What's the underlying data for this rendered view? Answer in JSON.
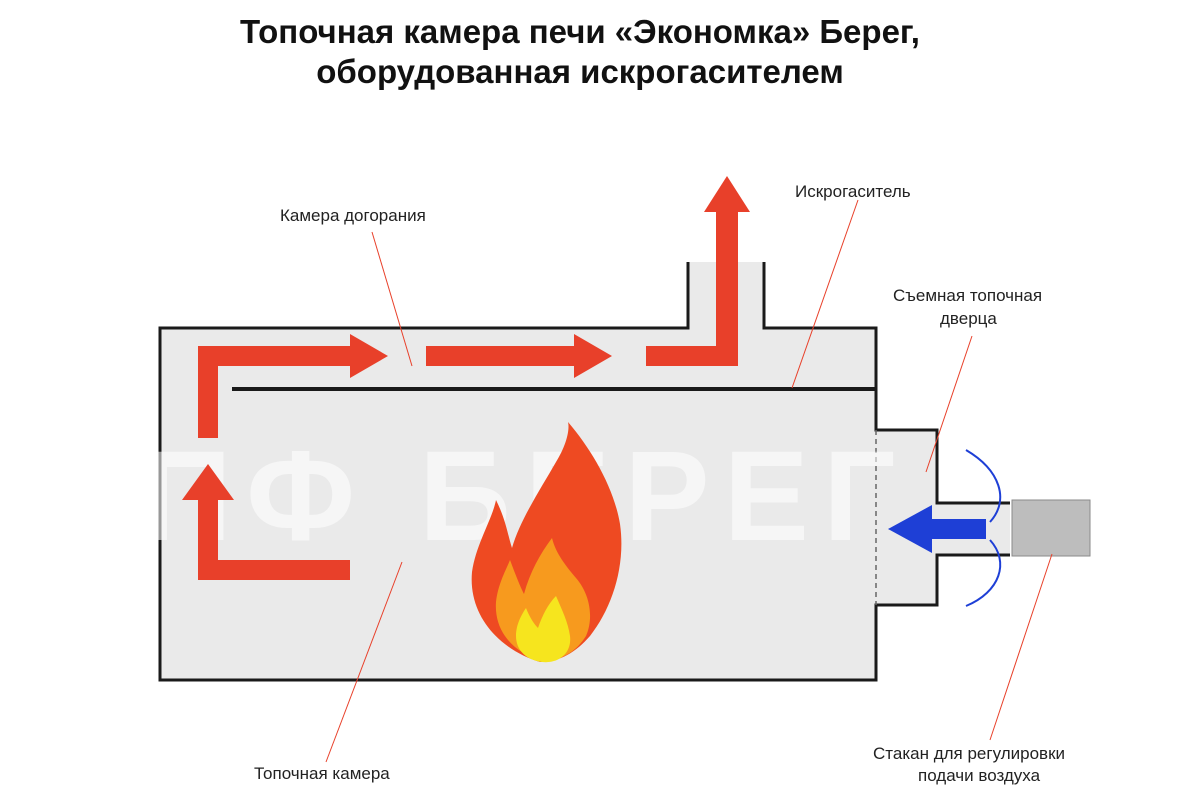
{
  "title": {
    "line1": "Топочная камера печи «Экономка» Берег,",
    "line2": "оборудованная искрогасителем"
  },
  "labels": {
    "afterburn_chamber": "Камера догорания",
    "spark_arrester": "Искрогаситель",
    "door_line1": "Съемная топочная",
    "door_line2": "дверца",
    "firebox": "Топочная камера",
    "cup_line1": "Стакан для регулировки",
    "cup_line2": "подачи воздуха"
  },
  "watermark": "ПФ БЕРЕГ",
  "colors": {
    "body_fill": "#eaeaea",
    "outline": "#1a1a1a",
    "flow_arrow": "#e8402a",
    "air_arrow": "#1e3fd6",
    "air_curve": "#1e3fd6",
    "leader_line": "#e8402a",
    "cup": "#bdbdbd",
    "flame_outer": "#ee4a22",
    "flame_mid": "#f79a1e",
    "flame_inner": "#f6e51e"
  }
}
